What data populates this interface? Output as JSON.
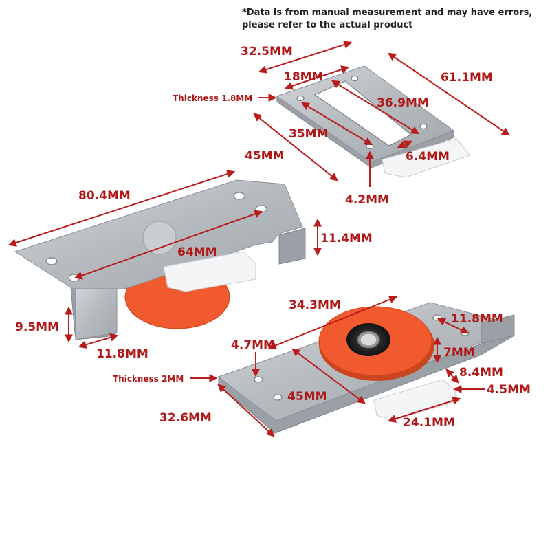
{
  "note": "*Data is from manual measurement and may have errors, please refer to the actual product",
  "colors": {
    "dimension": "#b01818",
    "metal": "#b8bdc2",
    "roller": "#f05a2e",
    "pad": "#f4f5f6"
  },
  "top_part": {
    "length_32_5": "32.5MM",
    "slot_18": "18MM",
    "length_61_1": "61.1MM",
    "thickness": "Thickness 1.8MM",
    "slot_36_9": "36.9MM",
    "spacing_35": "35MM",
    "width_45": "45MM",
    "pad_6_4": "6.4MM",
    "hole_4_2": "4.2MM"
  },
  "left_part": {
    "length_80_4": "80.4MM",
    "spacing_64": "64MM",
    "height_11_4": "11.4MM",
    "height_9_5": "9.5MM",
    "tab_11_8": "11.8MM"
  },
  "right_part": {
    "length_34_3": "34.3MM",
    "offset_11_8": "11.8MM",
    "hole_4_7": "4.7MM",
    "height_7": "7MM",
    "offset_8_4": "8.4MM",
    "thickness": "Thickness 2MM",
    "offset_4_5": "4.5MM",
    "spacing_45": "45MM",
    "width_32_6": "32.6MM",
    "pad_24_1": "24.1MM"
  }
}
